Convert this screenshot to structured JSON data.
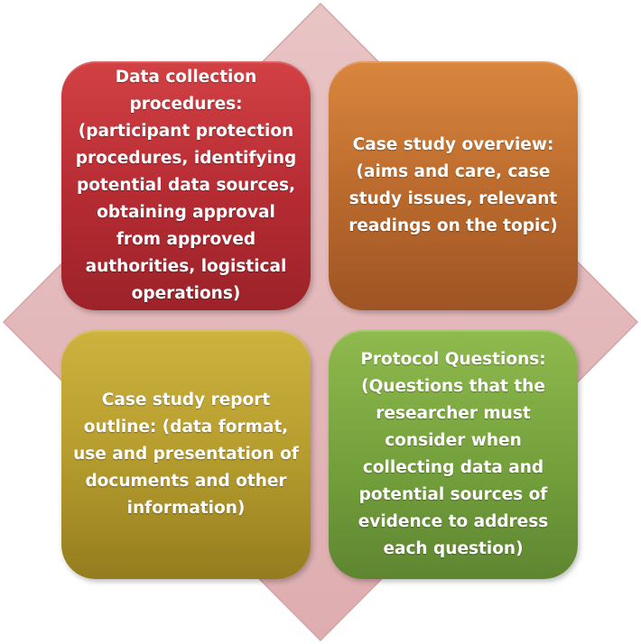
{
  "diagram": {
    "colors": {
      "background_diamond": "#e5b9bb",
      "diamond_edge": "#d6a3a6",
      "top_left": "#b52b32",
      "top_right": "#b9692c",
      "bottom_left": "#b39a2c",
      "bottom_right": "#74a03c",
      "text": "#ffffff"
    },
    "boxes": {
      "top_left": {
        "text": "Data collection procedures: (participant protection procedures, identifying potential data sources, obtaining approval from approved authorities, logistical operations)"
      },
      "top_right": {
        "text": "Case study overview: (aims and care, case study issues, relevant readings on the topic)"
      },
      "bottom_left": {
        "text": "Case study report outline: (data format, use and presentation of documents and other information)"
      },
      "bottom_right": {
        "text": "Protocol Questions: (Questions that the researcher must consider when collecting data and potential sources of evidence to address each question)"
      }
    }
  }
}
